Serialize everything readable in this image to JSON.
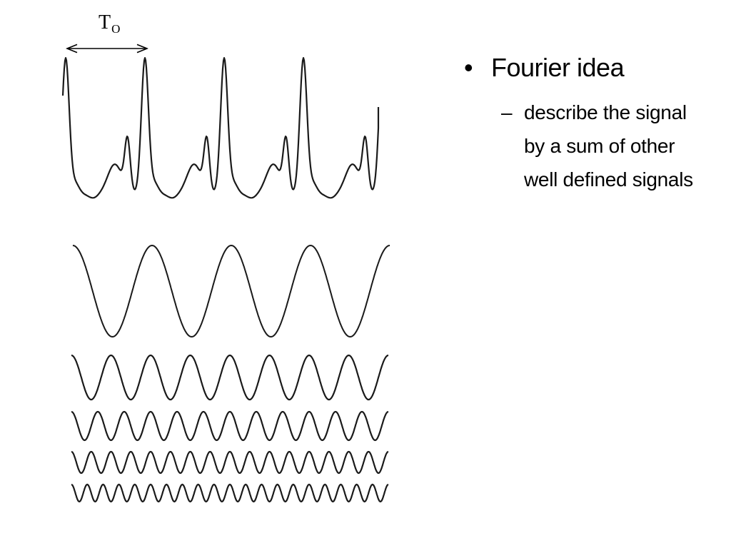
{
  "figure": {
    "period_label": "T",
    "period_label_subscript": "O",
    "waves": {
      "composite": "periodic signal",
      "components": [
        {
          "cycles": 4
        },
        {
          "cycles": 8
        },
        {
          "cycles": 12
        },
        {
          "cycles": 16
        },
        {
          "cycles": 20
        }
      ]
    },
    "stroke_color": "#1a1a1a"
  },
  "bullets": [
    {
      "mark": "•",
      "text": "Fourier idea",
      "sub": [
        {
          "mark": "–",
          "text": "describe the signal by a sum of other well defined signals"
        }
      ]
    }
  ]
}
